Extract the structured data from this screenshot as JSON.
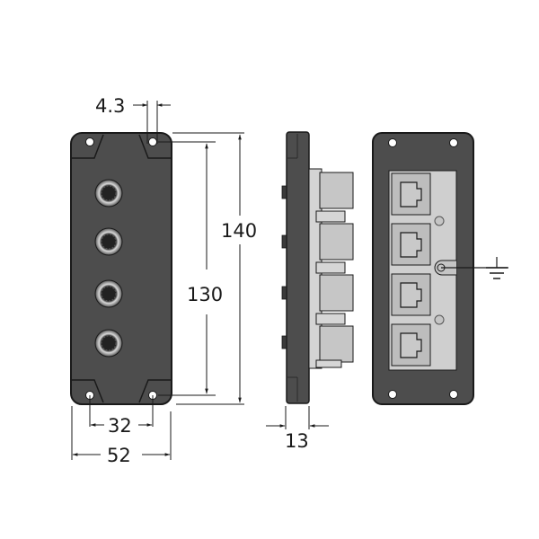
{
  "drawing": {
    "units": "mm",
    "colors": {
      "housing": "#4d4d4d",
      "housing_dark": "#3a3a3a",
      "outline": "#1a1a1a",
      "insert": "#c8c8c8",
      "insert_light": "#d9d9d9",
      "port": "#bdbdbd",
      "hole": "#ffffff",
      "dim_line": "#1a1a1a"
    },
    "front_view": {
      "label": "front-view",
      "connectors": 4,
      "mounting_holes": 4
    },
    "side_view": {
      "label": "side-view",
      "modules": 4
    },
    "rear_view": {
      "label": "rear-view",
      "rj45_ports": 4,
      "ground_symbol": "⏚"
    },
    "dimensions": {
      "hole_diameter": "4.3",
      "overall_height": "140",
      "hole_spacing_vertical": "130",
      "hole_spacing_horizontal": "32",
      "overall_width": "52",
      "depth": "13"
    }
  }
}
